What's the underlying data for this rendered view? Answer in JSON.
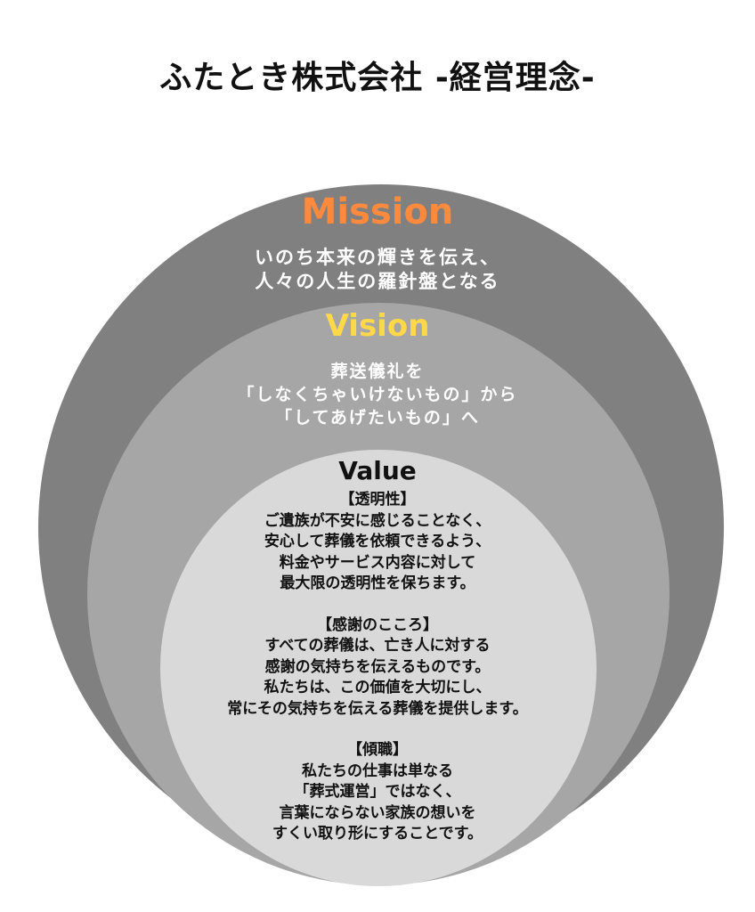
{
  "title": "ふたとき株式会社 -経営理念-",
  "colors": {
    "outer": "#808080",
    "middle": "#a6a6a6",
    "inner": "#d9d9d9",
    "mission": "#ff8a3d",
    "vision": "#ffd84a"
  },
  "mission": {
    "heading": "Mission",
    "lines": [
      "いのち本来の輝きを伝え、",
      "人々の人生の羅針盤となる"
    ]
  },
  "vision": {
    "heading": "Vision",
    "lines": [
      "葬送儀礼を",
      "「しなくちゃいけないもの」から",
      "「してあげたいもの」へ"
    ]
  },
  "value": {
    "heading": "Value",
    "sections": [
      {
        "title": "【透明性】",
        "lines": [
          "ご遺族が不安に感じることなく、",
          "安心して葬儀を依頼できるよう、",
          "料金やサービス内容に対して",
          "最大限の透明性を保ちます。"
        ]
      },
      {
        "title": "【感謝のこころ】",
        "lines": [
          "すべての葬儀は、亡き人に対する",
          "感謝の気持ちを伝えるものです。",
          "私たちは、この価値を大切にし、",
          "常にその気持ちを伝える葬儀を提供します。"
        ]
      },
      {
        "title": "【傾職】",
        "lines": [
          "私たちの仕事は単なる",
          "「葬式運営」ではなく、",
          "言葉にならない家族の想いを",
          "すくい取り形にすることです。"
        ]
      }
    ]
  }
}
